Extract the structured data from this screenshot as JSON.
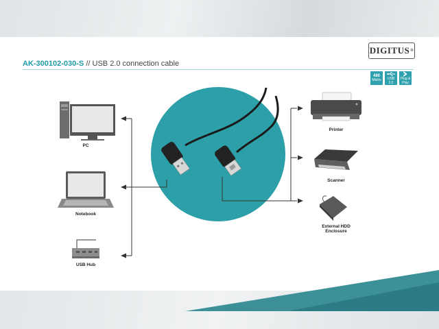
{
  "brand": {
    "logo": "DIGITUS",
    "reg": "®"
  },
  "header": {
    "model": "AK-300102-030-S",
    "separator": " // ",
    "description": "USB 2.0 connection cable"
  },
  "badges": [
    {
      "icon": "speed-icon",
      "line1": "480",
      "line2": "Mbit/s"
    },
    {
      "icon": "usb-trident-icon",
      "line1": "",
      "line2": "USB 2.0"
    },
    {
      "icon": "plug-play-icon",
      "line1": "",
      "line2": "Plug & Play"
    }
  ],
  "devices_left": [
    {
      "label": "PC",
      "icon": "pc-icon"
    },
    {
      "label": "Notebook",
      "icon": "notebook-icon"
    },
    {
      "label": "USB Hub",
      "icon": "usb-hub-icon"
    }
  ],
  "devices_right": [
    {
      "label": "Printer",
      "icon": "printer-icon"
    },
    {
      "label": "Scanner",
      "icon": "scanner-icon"
    },
    {
      "label": "External HDD",
      "label2": "Enclosure",
      "icon": "external-hdd-icon"
    }
  ],
  "colors": {
    "accent": "#2fa1ad",
    "circle": "#2c9fa9",
    "text": "#222222"
  }
}
